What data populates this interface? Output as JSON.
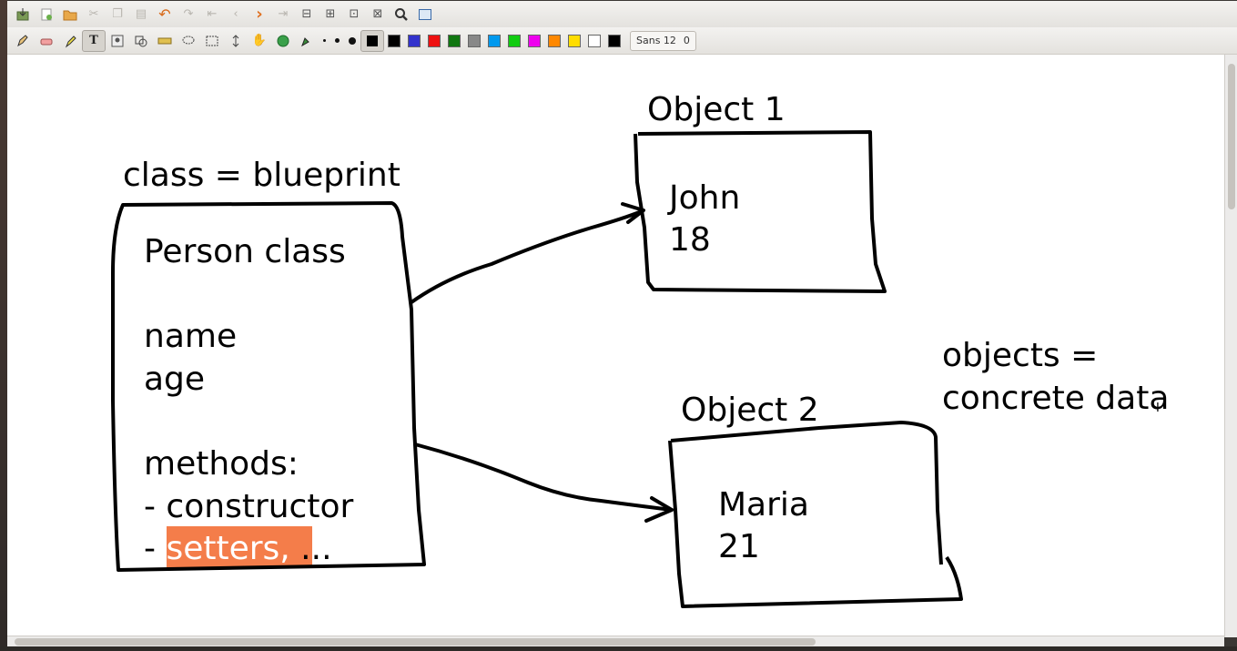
{
  "toolbar": {
    "font_name": "Sans 12",
    "font_value": "0",
    "icons_row1": [
      "save-icon",
      "new-page-icon",
      "open-folder-icon",
      "cut-icon",
      "copy-icon",
      "paste-icon",
      "undo-icon",
      "redo-icon",
      "first-page-icon",
      "prev-page-icon",
      "next-page-icon",
      "last-page-icon",
      "zoom-out-icon",
      "zoom-fit-icon",
      "zoom-in-icon",
      "zoom-width-icon",
      "search-icon",
      "fullscreen-icon"
    ],
    "icons_row2": [
      "pencil-icon",
      "eraser-icon",
      "highlighter-icon",
      "text-tool-icon",
      "image-tool-icon",
      "shape-icon",
      "ruler-icon",
      "lasso-icon",
      "select-rect-icon",
      "vertical-space-icon",
      "hand-icon",
      "recognizer-icon",
      "default-pen-icon"
    ],
    "colors": [
      "#000000",
      "#3333cc",
      "#ee1111",
      "#117711",
      "#888888",
      "#0099ee",
      "#11cc11",
      "#ee00ee",
      "#ff8800",
      "#ffdd00",
      "#ffffff",
      "#000000"
    ]
  },
  "canvas": {
    "class_heading": "class = blueprint",
    "class_box": {
      "title": "Person class",
      "field1": "name",
      "field2": "age",
      "methods_label": "methods:",
      "method1": "- constructor",
      "method2_prefix": "- ",
      "method2_highlight": "setters,",
      "method2_suffix": " ...",
      "highlight_color": "#f47d4a"
    },
    "object1": {
      "label": "Object 1",
      "line1": "John",
      "line2": "18"
    },
    "object2": {
      "label": "Object 2",
      "line1": "Maria",
      "line2": "21"
    },
    "note_line1": "objects =",
    "note_line2": "concrete data"
  }
}
